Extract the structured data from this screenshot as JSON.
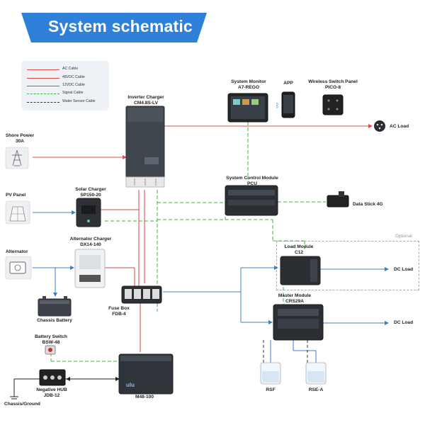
{
  "title": "System schematic",
  "colors": {
    "ac": "#e0504f",
    "dc48": "#d04848",
    "dc12": "#3a7fc4",
    "signal": "#3fae49",
    "water": "#333333",
    "banner": "#2f80d9"
  },
  "legend": [
    {
      "label": "AC Cable",
      "style": "ac"
    },
    {
      "label": "48VDC Cable",
      "style": "dc48"
    },
    {
      "label": "12VDC Cable",
      "style": "dc12"
    },
    {
      "label": "Signal Cable",
      "style": "signal"
    },
    {
      "label": "Water Sensor Cable",
      "style": "water"
    }
  ],
  "components": {
    "shore_power": {
      "name": "Shore Power",
      "model": "30A"
    },
    "pv_panel": {
      "name": "PV Panel"
    },
    "alternator": {
      "name": "Alternator"
    },
    "chassis_battery": {
      "name": "Chassis Battery"
    },
    "battery_switch": {
      "name": "Battery Switch",
      "model": "BSW-48"
    },
    "negative_hub": {
      "name": "Negative HUB",
      "model": "JDB-12"
    },
    "chassis_ground": {
      "name": "Chassis/Ground"
    },
    "inverter_charger": {
      "name": "Inverter Charger",
      "model": "CM4.8S-LV"
    },
    "solar_charger": {
      "name": "Solar Charger",
      "model": "SP150-20"
    },
    "alternator_charger": {
      "name": "Alternator Charger",
      "model": "DX14-140"
    },
    "fuse_box": {
      "name": "Fuse Box",
      "model": "FDB-4"
    },
    "battery": {
      "model": "M48-100"
    },
    "system_monitor": {
      "name": "System Monitor",
      "model": "A7-REGO"
    },
    "app": {
      "name": "APP"
    },
    "wireless_switch_panel": {
      "name": "Wireless Switch Panel",
      "model": "PICO-8"
    },
    "ac_load": {
      "name": "AC Load"
    },
    "control_module": {
      "name": "System Control Module",
      "model": "PCU"
    },
    "data_stick": {
      "name": "Data Stick 4G"
    },
    "load_module": {
      "name": "Load Module",
      "model": "C12"
    },
    "master_module": {
      "name": "Master Module",
      "model": "CRS29A"
    },
    "dc_load_1": {
      "name": "DC Load"
    },
    "dc_load_2": {
      "name": "DC Load"
    },
    "rsf": {
      "name": "RSF"
    },
    "rse_a": {
      "name": "RSE-A"
    }
  },
  "optional_label": "Optional",
  "bluetooth_symbol": "ᛒ"
}
